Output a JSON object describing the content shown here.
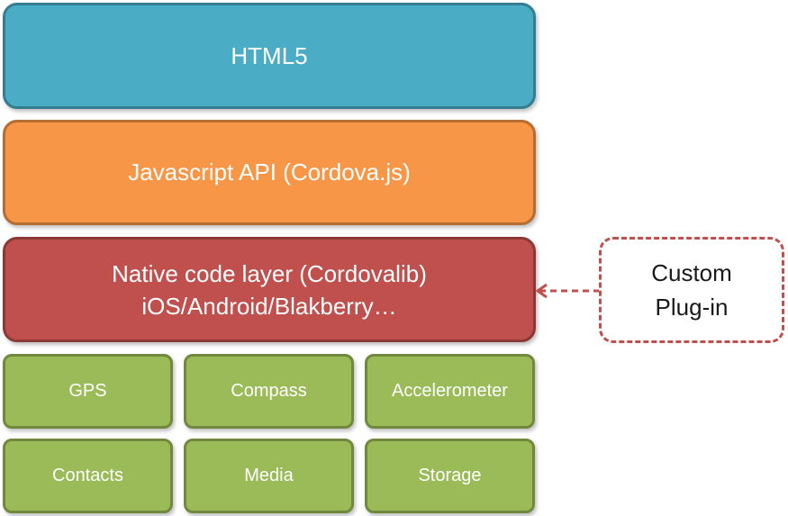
{
  "layers": {
    "html5": "HTML5",
    "javascript_api": "Javascript API (Cordova.js)",
    "native_line1": "Native code layer (Cordovalib)",
    "native_line2": "iOS/Android/Blakberry…"
  },
  "modules": {
    "row1": [
      "GPS",
      "Compass",
      "Accelerometer"
    ],
    "row2": [
      "Contacts",
      "Media",
      "Storage"
    ]
  },
  "plugin": {
    "line1": "Custom",
    "line2": "Plug-in"
  },
  "colors": {
    "html5": "#4bacc6",
    "javascript_api": "#f79646",
    "native": "#c0504d",
    "modules": "#9bbb59",
    "plugin_border": "#c0504d"
  }
}
